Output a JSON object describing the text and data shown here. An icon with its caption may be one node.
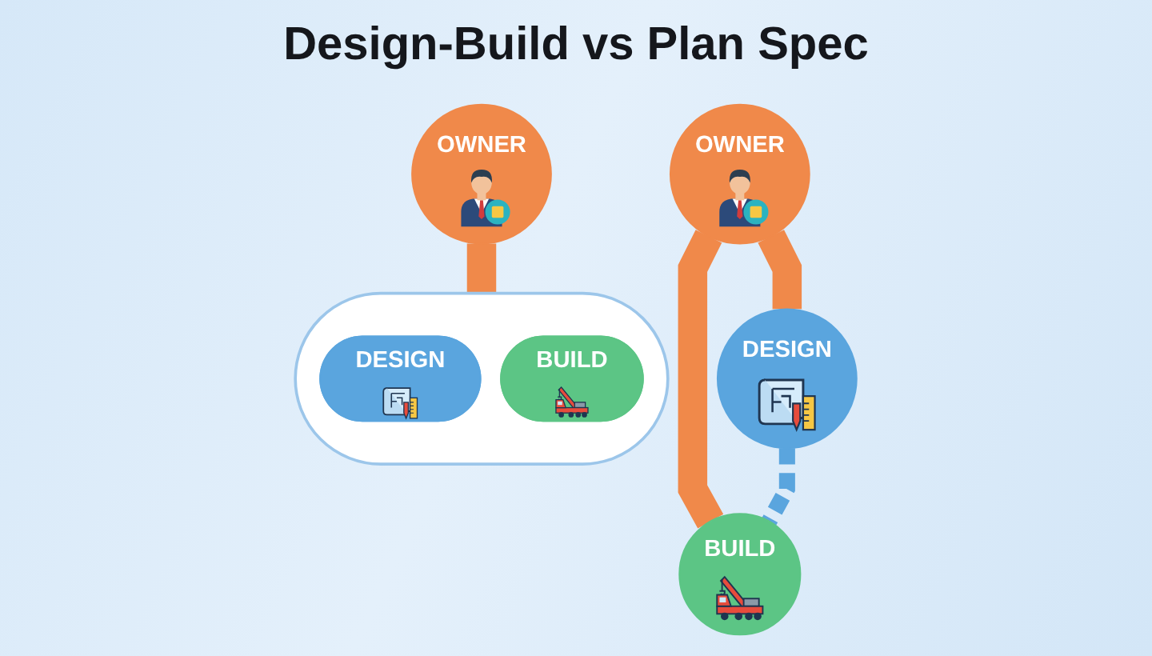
{
  "diagram": {
    "title": "Design-Build vs Plan Spec",
    "nodes": [
      {
        "text": [
          "OWNER"
        ]
      },
      {
        "text": [],
        "shape": "pill"
      },
      {
        "text": [
          "DESIGN"
        ],
        "in": 1
      },
      {
        "text": [
          "BUILD"
        ],
        "in": 1
      },
      {
        "text": [
          "OWNER"
        ]
      },
      {
        "text": [
          "DESIGN"
        ]
      },
      {
        "text": [
          "BUILD"
        ]
      }
    ],
    "edges": [
      {
        "from": 0,
        "to": 1,
        "arrow": "none"
      },
      {
        "from": 4,
        "to": 5,
        "arrow": "none"
      },
      {
        "from": 4,
        "to": 6,
        "arrow": "none"
      },
      {
        "from": 5,
        "to": 6,
        "arrow": "none",
        "style": "dashed",
        "color": "#5aa5de"
      }
    ]
  }
}
